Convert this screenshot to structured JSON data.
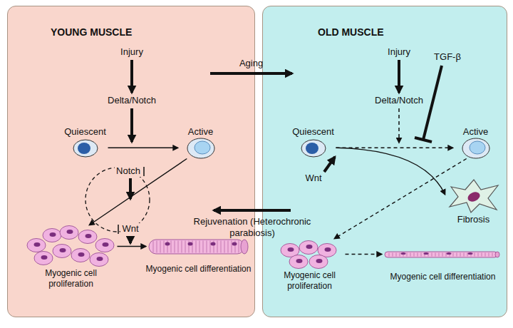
{
  "diagram": {
    "nodes": [
      {
        "text": [
          "YOUNG MUSCLE"
        ]
      },
      {
        "text": [
          "Quiescent"
        ],
        "in": 0
      },
      {
        "text": [
          "Active"
        ],
        "in": 0
      },
      {
        "text": [
          "Myogenic cell proliferation"
        ],
        "in": 0
      },
      {
        "text": [
          "Myogenic cell differentiation"
        ],
        "in": 0
      },
      {
        "text": [
          "OLD MUSCLE"
        ]
      },
      {
        "text": [
          "Quiescent"
        ],
        "in": 5
      },
      {
        "text": [
          "Active"
        ],
        "in": 5
      },
      {
        "text": [
          "Fibrosis"
        ],
        "in": 5
      },
      {
        "text": [
          "Myogenic cell proliferation"
        ],
        "in": 5
      },
      {
        "text": [
          "Myogenic cell differentiation"
        ],
        "in": 5
      }
    ],
    "edges": [
      {
        "from": 1,
        "to": 2,
        "arrow": "to"
      },
      {
        "from": 2,
        "to": 3,
        "arrow": "to"
      },
      {
        "from": 3,
        "to": 4,
        "arrow": "to"
      },
      {
        "from": 6,
        "to": 7,
        "arrow": "to"
      },
      {
        "from": 6,
        "to": 8,
        "arrow": "to"
      },
      {
        "from": 7,
        "to": 9,
        "arrow": "to"
      },
      {
        "from": 9,
        "to": 10,
        "arrow": "to"
      },
      {
        "from": 0,
        "to": 5,
        "label": "Aging",
        "arrow": "to"
      },
      {
        "from": 5,
        "to": 0,
        "label": "Rejuvenation (Heterochronic parabiosis)",
        "arrow": "to"
      }
    ],
    "labels": [
      "Injury",
      "Delta/Notch",
      "Notch",
      "Wnt",
      "Injury",
      "TGF-β",
      "Delta/Notch",
      "Wnt"
    ]
  }
}
